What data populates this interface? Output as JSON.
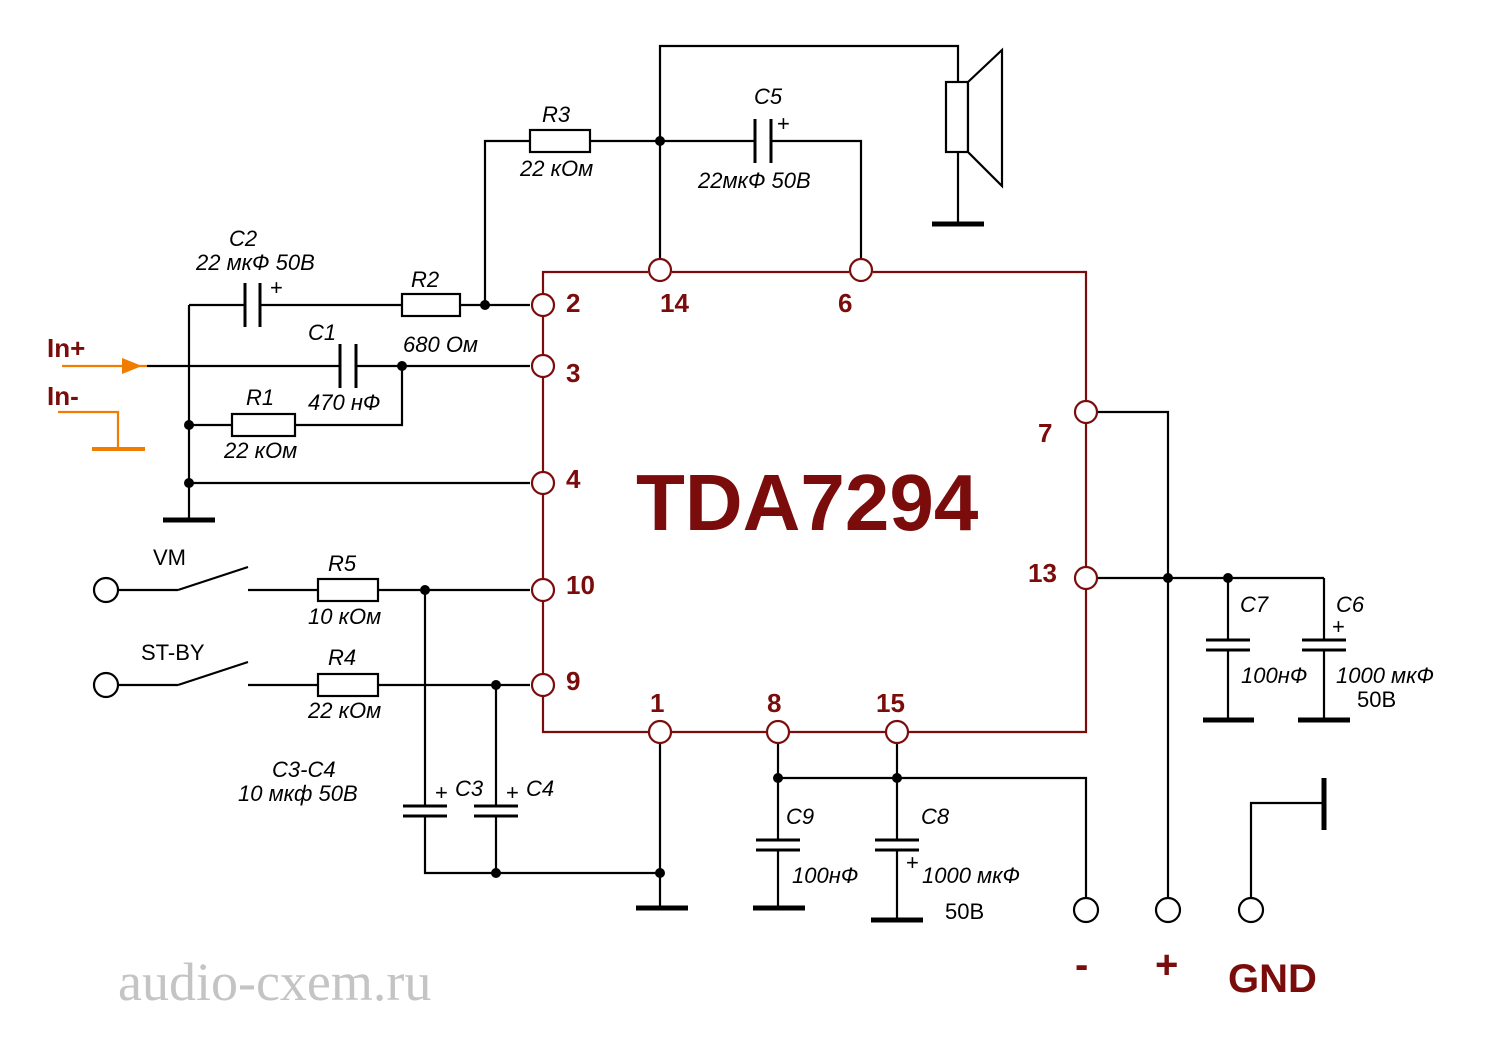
{
  "chip": {
    "name": "TDA7294",
    "color": "#7a0c0c"
  },
  "pins": {
    "p2": "2",
    "p3": "3",
    "p4": "4",
    "p10": "10",
    "p9": "9",
    "p14": "14",
    "p6": "6",
    "p7": "7",
    "p13": "13",
    "p1": "1",
    "p8": "8",
    "p15": "15"
  },
  "inputs": {
    "in_plus": "In+",
    "in_minus": "In-",
    "in_color": "#f07c00"
  },
  "components": {
    "r1": {
      "name": "R1",
      "value": "22 кОм"
    },
    "r2": {
      "name": "R2",
      "value": "680 Ом"
    },
    "r3": {
      "name": "R3",
      "value": "22 кОм"
    },
    "r4": {
      "name": "R4",
      "value": "22 кОм"
    },
    "r5": {
      "name": "R5",
      "value": "10 кОм"
    },
    "c1": {
      "name": "C1",
      "value": "470 нФ"
    },
    "c2": {
      "name": "C2",
      "value": "22 мкФ 50В"
    },
    "c3": {
      "name": "C3"
    },
    "c4": {
      "name": "C4"
    },
    "c3c4": {
      "name": "C3-C4",
      "value": "10 мкф 50В"
    },
    "c5": {
      "name": "C5",
      "value": "22мкФ 50В"
    },
    "c6": {
      "name": "C6",
      "value": "1000 мкФ",
      "voltage": "50В"
    },
    "c7": {
      "name": "C7",
      "value": "100нФ"
    },
    "c8": {
      "name": "C8",
      "value": "1000 мкФ",
      "voltage": "50В"
    },
    "c9": {
      "name": "C9",
      "value": "100нФ"
    }
  },
  "polarity_mark": "+",
  "switches": {
    "vm": "VM",
    "stby": "ST-BY"
  },
  "power": {
    "minus": "-",
    "plus": "+",
    "gnd": "GND"
  },
  "watermark": "audio-cxem.ru"
}
